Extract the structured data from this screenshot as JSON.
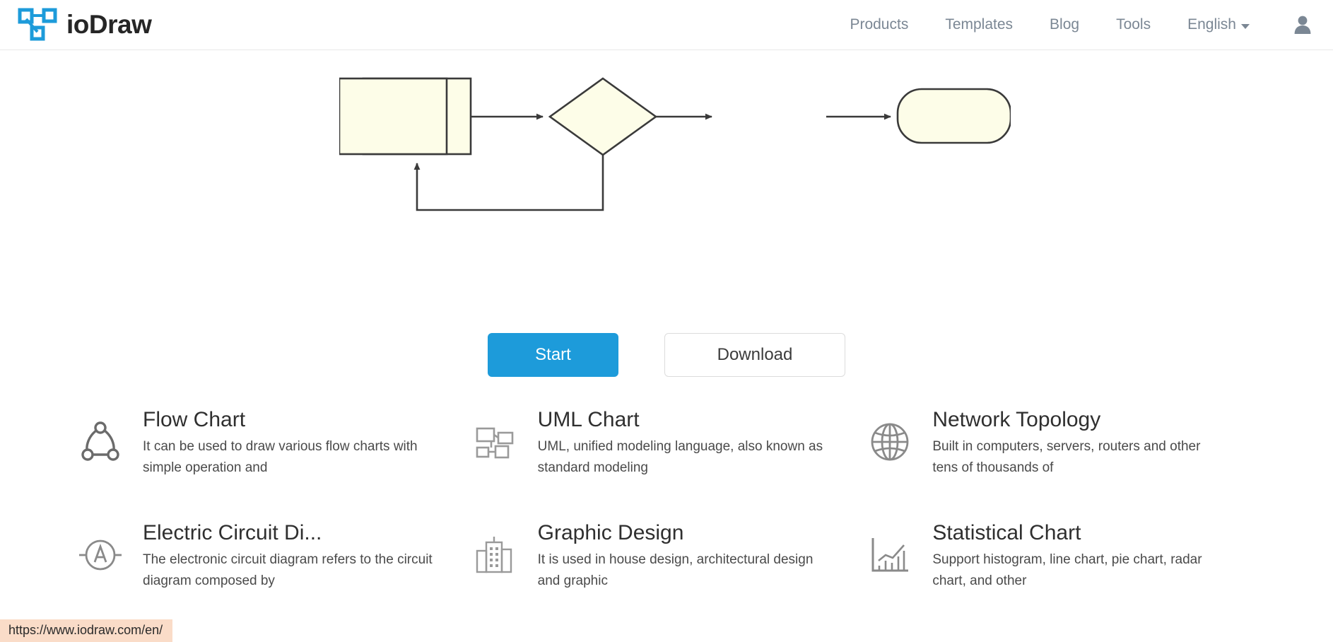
{
  "header": {
    "brand_name": "ioDraw",
    "logo_icon": "iodraw-node-logo-icon",
    "nav_items": [
      {
        "label": "Products",
        "name": "nav-products"
      },
      {
        "label": "Templates",
        "name": "nav-templates"
      },
      {
        "label": "Blog",
        "name": "nav-blog"
      },
      {
        "label": "Tools",
        "name": "nav-tools"
      }
    ],
    "language": {
      "label": "English",
      "caret_icon": "chevron-down-icon"
    },
    "account_icon": "user-avatar-icon"
  },
  "hero": {
    "diagram": {
      "description": "flowchart with process, decision, process, terminator and feedback loop",
      "shape_fill": "#fdfde8",
      "shape_stroke": "#3a3a3a",
      "nodes": [
        {
          "type": "process",
          "name": "flow-node-process-1"
        },
        {
          "type": "decision",
          "name": "flow-node-decision"
        },
        {
          "type": "process",
          "name": "flow-node-process-2"
        },
        {
          "type": "terminator",
          "name": "flow-node-terminator"
        }
      ]
    },
    "buttons": {
      "start": "Start",
      "download": "Download",
      "start_color": "#1d9bda"
    }
  },
  "features": [
    {
      "title": "Flow Chart",
      "desc": "It can be used to draw various flow charts with simple operation and",
      "icon": "flow-chart-nodes-icon",
      "name": "feature-flow-chart"
    },
    {
      "title": "UML Chart",
      "desc": "UML, unified modeling language, also known as standard modeling",
      "icon": "uml-hierarchy-icon",
      "name": "feature-uml-chart"
    },
    {
      "title": "Network Topology",
      "desc": "Built in computers, servers, routers and other tens of thousands of",
      "icon": "globe-icon",
      "name": "feature-network-topology"
    },
    {
      "title": "Electric Circuit Di...",
      "desc": "The electronic circuit diagram refers to the circuit diagram composed by",
      "icon": "ammeter-circuit-icon",
      "name": "feature-electric-circuit-diagram"
    },
    {
      "title": "Graphic Design",
      "desc": "It is used in house design, architectural design and graphic",
      "icon": "building-icon",
      "name": "feature-graphic-design"
    },
    {
      "title": "Statistical Chart",
      "desc": "Support histogram, line chart, pie chart, radar chart, and other",
      "icon": "bar-chart-trend-icon",
      "name": "feature-statistical-chart"
    }
  ],
  "status_bar": {
    "url": "https://www.iodraw.com/en/"
  }
}
